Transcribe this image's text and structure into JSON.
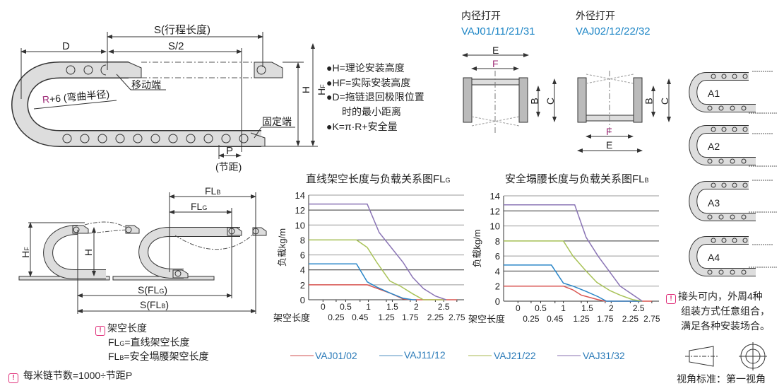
{
  "top_diagram": {
    "stroke_label": "S(行程长度)",
    "d_label": "D",
    "half_stroke_label": "S/2",
    "moving_end": "移动端",
    "bend_radius_r": "R",
    "bend_radius_rest": "+6 (弯曲半径)",
    "fixed_end": "固定端",
    "pitch_label": "P",
    "pitch_caption": "(节距)",
    "h_label": "H",
    "hf_label": "H",
    "hf_sub": "F"
  },
  "definitions": [
    "●H=理论安装高度",
    "●HF=实际安装高度",
    "●D=拖链退回极限位置",
    "时的最小距离",
    "●K=π·R+安全量"
  ],
  "sections": {
    "inner": {
      "title": "内径打开",
      "models": "VAJ01/11/21/31"
    },
    "outer": {
      "title": "外径打开",
      "models": "VAJ02/12/22/32"
    },
    "e": "E",
    "f": "F",
    "b": "B",
    "c": "C"
  },
  "assembly": {
    "types": [
      "A1",
      "A2",
      "A3",
      "A4"
    ],
    "note_lines": [
      "接头可内，外周4种",
      "组装方式任意组合，",
      "满足各种安装场合。"
    ],
    "view_standard": "视角标准：第一视角"
  },
  "span_diagram": {
    "flb": "FL",
    "flb_sub": "B",
    "flg": "FL",
    "flg_sub": "G",
    "s_flg": "S(FL",
    "s_flg_end": ")",
    "s_flb": "S(FL",
    "s_flb_end": ")",
    "h": "H",
    "hf": "H",
    "hf_sub": "F",
    "note_title": "架空长度",
    "note_flg": "=直线架空长度",
    "note_flb": "=安全塌腰架空长度",
    "note_links": "每米链节数=1000÷节距P"
  },
  "colors": {
    "red": "#d9534f",
    "blue": "#2a86c8",
    "green": "#a8c257",
    "purple": "#8a74b5",
    "warn": "#e0307a",
    "model_blue": "#1e86c6"
  },
  "chart_data": [
    {
      "type": "line",
      "title": "直线架空长度与负载关系图FL",
      "title_sub": "G",
      "ylabel": "负载kg/m",
      "xlabel": "架空长度",
      "ylim": [
        0,
        14
      ],
      "yticks": [
        0,
        2,
        4,
        6,
        8,
        10,
        12,
        14
      ],
      "xlim": [
        0,
        13
      ],
      "grid": true,
      "xticks": [
        {
          "label": "0",
          "x": 1.2
        },
        {
          "label": "0.25",
          "x": 2.3
        },
        {
          "label": "0.5",
          "x": 3.1
        },
        {
          "label": "0.45",
          "x": 4.3
        },
        {
          "label": "1",
          "x": 5.0
        },
        {
          "label": "1.25",
          "x": 6.5
        },
        {
          "label": "1.5",
          "x": 7.0
        },
        {
          "label": "1.75",
          "x": 8.5
        },
        {
          "label": "2",
          "x": 9.0
        },
        {
          "label": "2.25",
          "x": 10.6
        },
        {
          "label": "2.5",
          "x": 11.3
        },
        {
          "label": "2.75",
          "x": 12.4
        }
      ],
      "series": [
        {
          "name": "VAJ01/02",
          "color": "#d9534f",
          "points": [
            [
              0,
              2
            ],
            [
              4.9,
              2
            ],
            [
              6.8,
              0.9
            ],
            [
              7.9,
              0.1
            ],
            [
              8.7,
              0
            ],
            [
              12.4,
              0
            ]
          ]
        },
        {
          "name": "VAJ11/12",
          "color": "#2a86c8",
          "points": [
            [
              0,
              4.8
            ],
            [
              4.0,
              4.8
            ],
            [
              4.9,
              2.4
            ],
            [
              5.7,
              1.7
            ],
            [
              6.8,
              0.9
            ],
            [
              7.9,
              0.2
            ],
            [
              8.7,
              0
            ],
            [
              9.0,
              0
            ]
          ]
        },
        {
          "name": "VAJ21/22",
          "color": "#a8c257",
          "points": [
            [
              0,
              8
            ],
            [
              4.0,
              8
            ],
            [
              4.9,
              7
            ],
            [
              5.7,
              5
            ],
            [
              6.8,
              2.5
            ],
            [
              7.7,
              1.8
            ],
            [
              8.7,
              0.8
            ],
            [
              9.6,
              0
            ],
            [
              11.5,
              0
            ]
          ]
        },
        {
          "name": "VAJ31/32",
          "color": "#8a74b5",
          "points": [
            [
              0,
              12.8
            ],
            [
              4.9,
              12.8
            ],
            [
              5.9,
              9
            ],
            [
              7.9,
              5
            ],
            [
              8.7,
              3
            ],
            [
              9.6,
              1.5
            ],
            [
              10.6,
              0.5
            ],
            [
              11.5,
              0
            ]
          ]
        }
      ]
    },
    {
      "type": "line",
      "title": "安全塌腰长度与负载关系图FL",
      "title_sub": "B",
      "ylabel": "负载kg/m",
      "xlabel": "架空长度",
      "ylim": [
        0,
        14
      ],
      "yticks": [
        0,
        2,
        4,
        6,
        8,
        10,
        12,
        14
      ],
      "xlim": [
        0,
        13
      ],
      "grid": true,
      "xticks": [
        {
          "label": "0",
          "x": 1.2
        },
        {
          "label": "0.25",
          "x": 2.3
        },
        {
          "label": "0.5",
          "x": 3.1
        },
        {
          "label": "0.45",
          "x": 4.3
        },
        {
          "label": "1",
          "x": 5.0
        },
        {
          "label": "1.25",
          "x": 6.5
        },
        {
          "label": "1.5",
          "x": 7.0
        },
        {
          "label": "1.75",
          "x": 8.5
        },
        {
          "label": "2",
          "x": 9.0
        },
        {
          "label": "2.25",
          "x": 10.6
        },
        {
          "label": "2.5",
          "x": 11.3
        },
        {
          "label": "2.75",
          "x": 12.4
        }
      ],
      "series": [
        {
          "name": "VAJ01/02",
          "color": "#d9534f",
          "points": [
            [
              0,
              2
            ],
            [
              5.0,
              2
            ],
            [
              5.8,
              1.5
            ],
            [
              6.5,
              0.8
            ],
            [
              7.9,
              0.2
            ],
            [
              8.5,
              0
            ],
            [
              12.4,
              0
            ]
          ]
        },
        {
          "name": "VAJ11/12",
          "color": "#2a86c8",
          "points": [
            [
              0,
              4.8
            ],
            [
              4.0,
              4.8
            ],
            [
              5.0,
              2.4
            ],
            [
              5.8,
              2
            ],
            [
              6.9,
              1.3
            ],
            [
              7.9,
              0.6
            ],
            [
              8.6,
              0
            ],
            [
              11.6,
              0
            ]
          ]
        },
        {
          "name": "VAJ21/22",
          "color": "#a8c257",
          "points": [
            [
              0,
              8
            ],
            [
              5.0,
              8
            ],
            [
              5.8,
              6
            ],
            [
              6.9,
              4
            ],
            [
              7.8,
              2.5
            ],
            [
              8.9,
              1.4
            ],
            [
              9.75,
              0.8
            ],
            [
              10.8,
              0.2
            ],
            [
              11.6,
              0
            ]
          ]
        },
        {
          "name": "VAJ31/32",
          "color": "#8a74b5",
          "points": [
            [
              0,
              12.8
            ],
            [
              5.95,
              12.8
            ],
            [
              6.9,
              8.5
            ],
            [
              7.9,
              6
            ],
            [
              9.75,
              2
            ],
            [
              11.6,
              0
            ]
          ]
        }
      ]
    }
  ],
  "legend": [
    "VAJ01/02",
    "VAJ11/12",
    "VAJ21/22",
    "VAJ31/32"
  ]
}
